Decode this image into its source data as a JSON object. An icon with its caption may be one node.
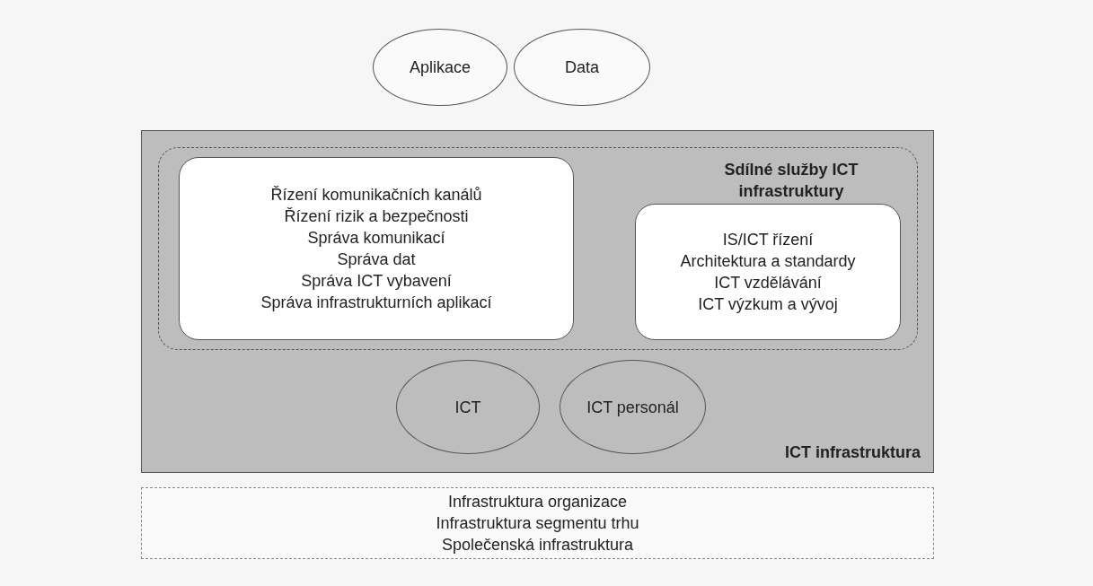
{
  "diagram": {
    "nodes": [
      {
        "text": [
          "Aplikace"
        ]
      },
      {
        "text": [
          "Data"
        ]
      },
      {
        "text": [
          "ICT infrastruktura"
        ]
      },
      {
        "text": [
          "Sdílné služby ICT infrastruktury"
        ],
        "in": 2
      },
      {
        "text": [
          "Řízení komunikačních kanálů",
          "Řízení rizik a bezpečnosti",
          "Správa komunikací",
          "Správa dat",
          "Správa ICT vybavení",
          "Správa infrastrukturních aplikací"
        ],
        "in": 3
      },
      {
        "text": [
          "IS/ICT řízení",
          "Architektura a standardy",
          "ICT vzdělávání",
          "ICT výzkum a vývoj"
        ],
        "in": 3
      },
      {
        "text": [
          "ICT"
        ],
        "in": 2
      },
      {
        "text": [
          "ICT personál"
        ],
        "in": 2
      },
      {
        "text": [
          "Infrastruktura organizace",
          "Infrastruktura segmentu trhu",
          "Společenská infrastruktura"
        ]
      }
    ]
  }
}
